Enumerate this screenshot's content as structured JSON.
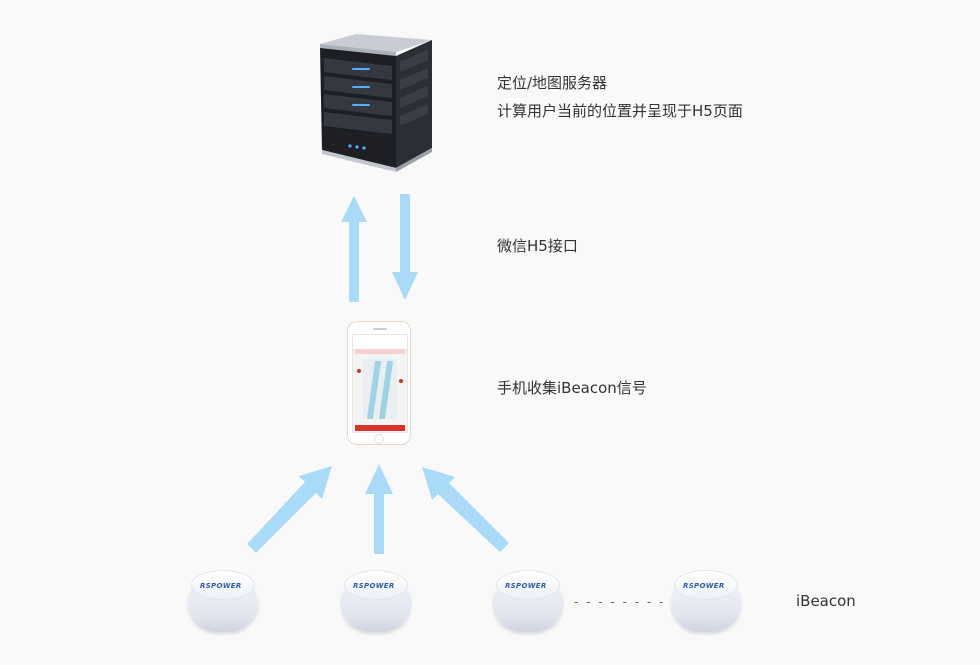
{
  "server": {
    "title": "定位/地图服务器",
    "description": "计算用户当前的位置并呈现于H5页面"
  },
  "interface_label": "微信H5接口",
  "phone_label": "手机收集iBeacon信号",
  "beacon_label": "iBeacon",
  "beacon_logo": "RSPOWER",
  "ellipsis": "- - - - - - - - - -",
  "colors": {
    "arrow": "#a9dbf8",
    "background": "#f9f9fa",
    "text": "#333333"
  }
}
